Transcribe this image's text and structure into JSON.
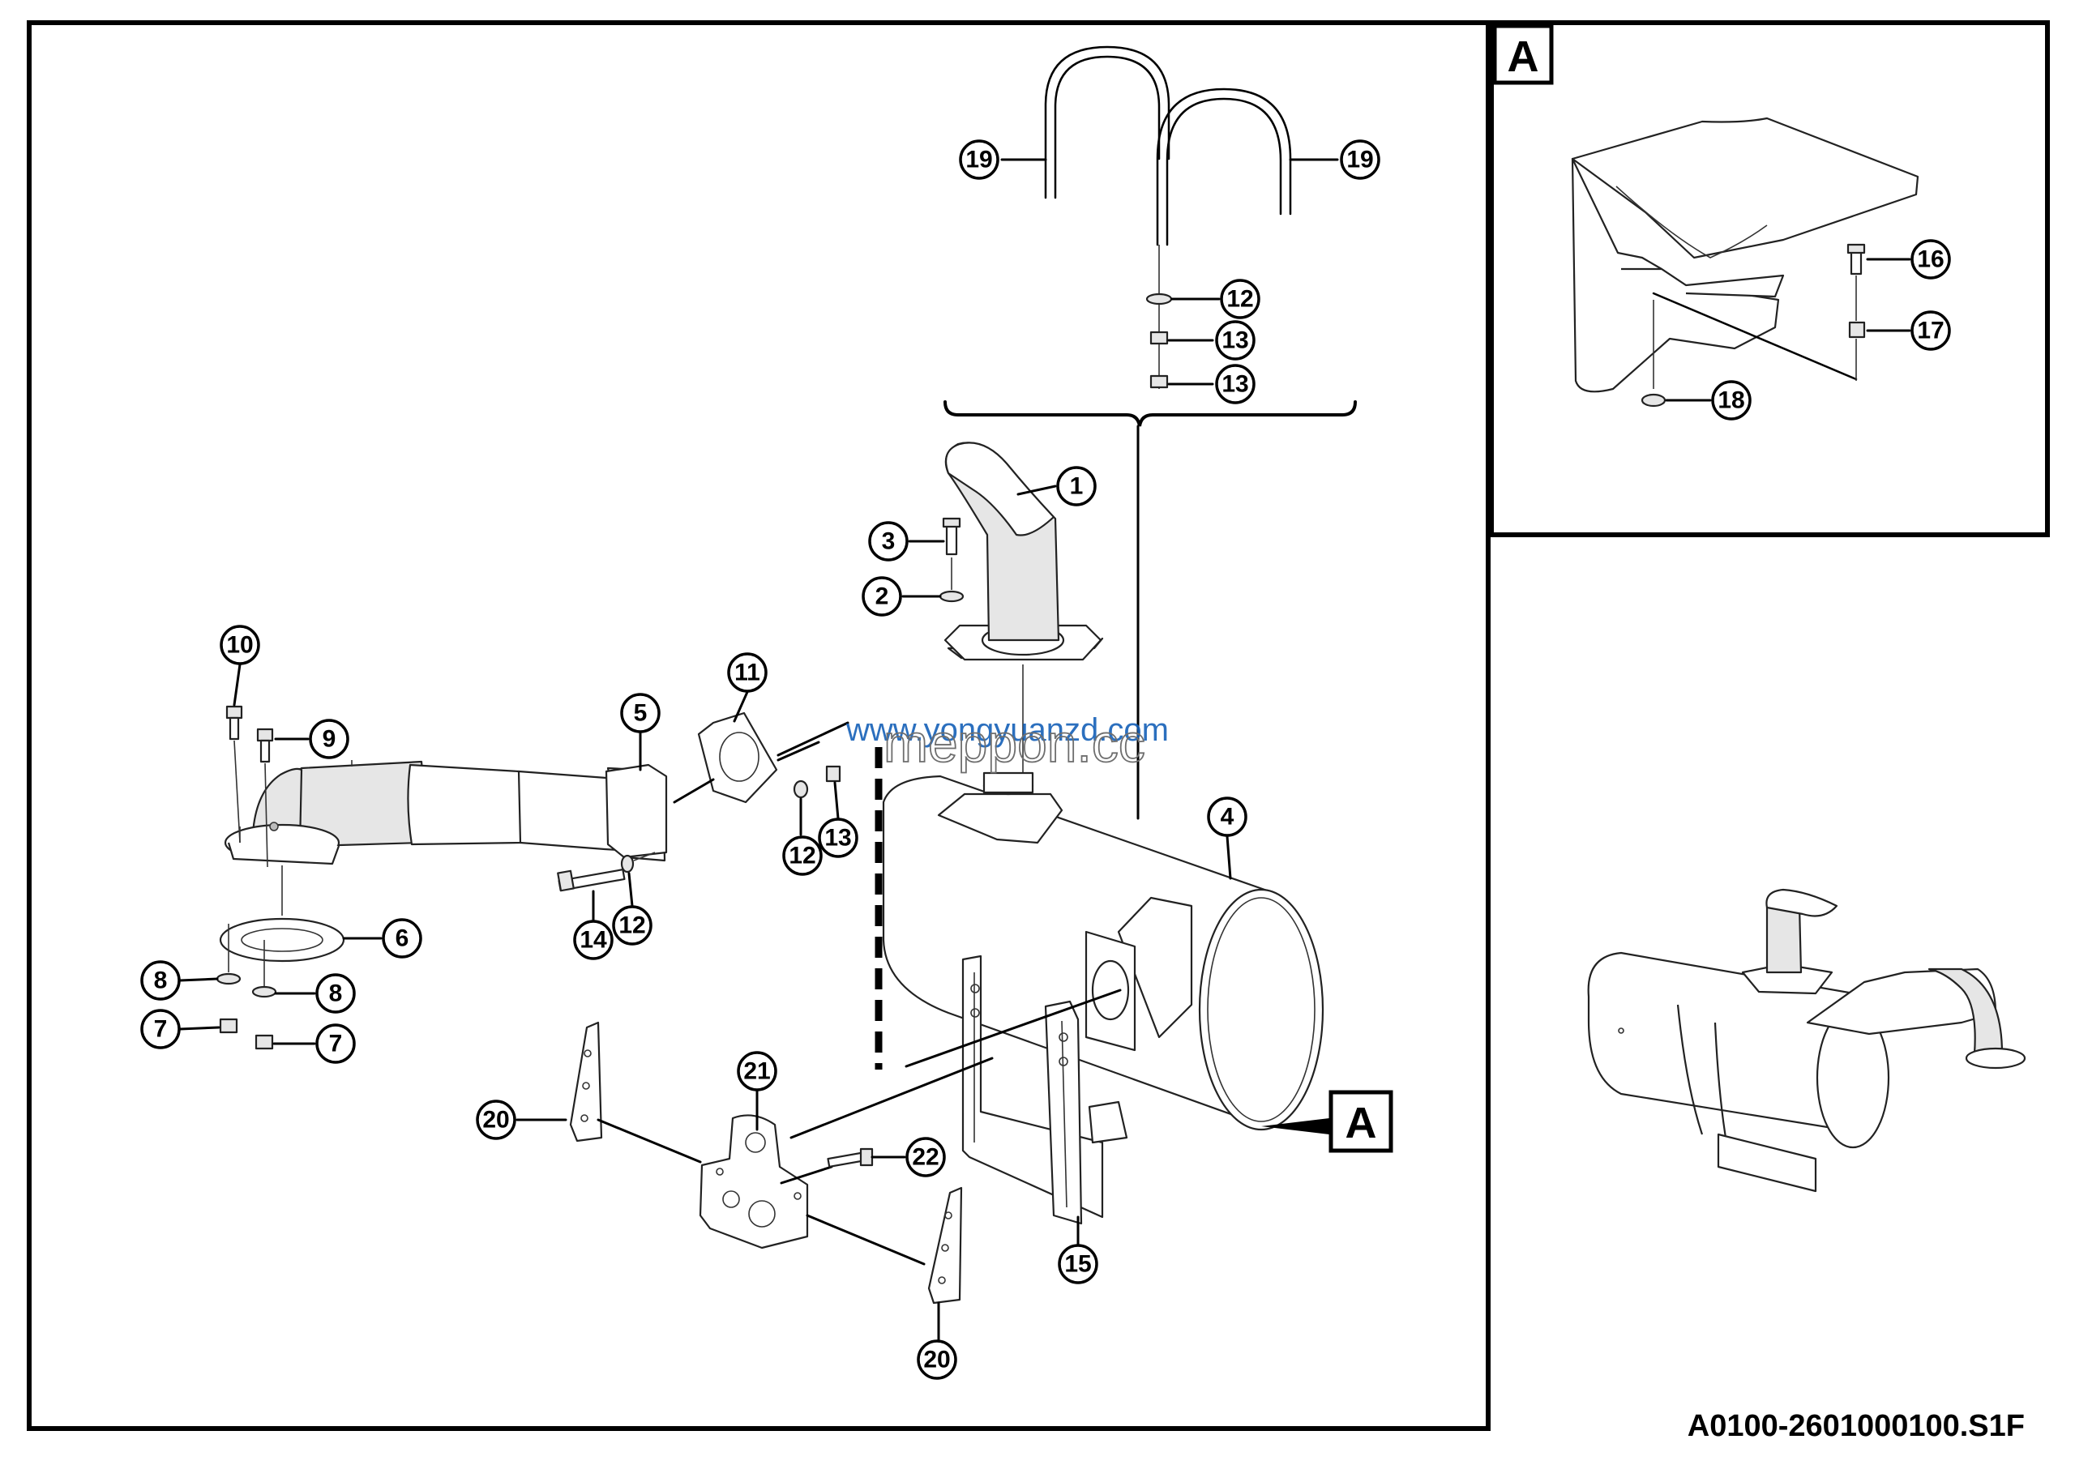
{
  "drawing": {
    "document_number": "A0100-2601000100.S1F",
    "detail_view_label": "A",
    "detail_reference_label": "A",
    "watermarks": [
      "www.yongyuanzd.com",
      "meppon.cc"
    ]
  },
  "callouts": [
    "1",
    "2",
    "3",
    "4",
    "5",
    "6",
    "7",
    "7",
    "8",
    "8",
    "9",
    "10",
    "11",
    "12",
    "12",
    "12",
    "13",
    "13",
    "13",
    "14",
    "15",
    "16",
    "17",
    "18",
    "19",
    "19",
    "20",
    "20",
    "21",
    "22"
  ],
  "colors": {
    "lines": "#000000",
    "watermark_blue": "#1560b8",
    "part_shade": "#e6e6e6"
  }
}
